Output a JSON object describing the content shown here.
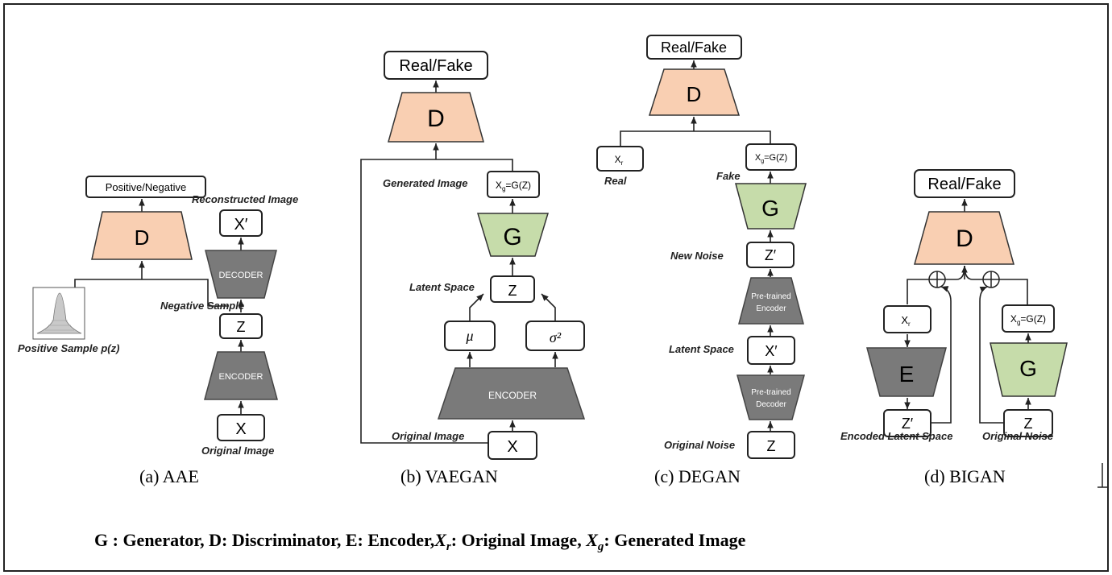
{
  "panels": {
    "aae": {
      "caption": "(a)  AAE",
      "out": "Positive/Negative",
      "d": "D",
      "recon_label": "Reconstructed Image",
      "xprime": "X′",
      "decoder": "DECODER",
      "neg_label": "Negative Sample",
      "z": "Z",
      "pos_label": "Positive Sample p(z)",
      "encoder": "ENCODER",
      "x": "X",
      "orig_label": "Original Image"
    },
    "vaegan": {
      "caption": "(b)  VAEGAN",
      "out": "Real/Fake",
      "d": "D",
      "gen_label": "Generated Image",
      "xg": "X_g=G(Z)",
      "g": "G",
      "latent_label": "Latent Space",
      "z": "Z",
      "mu": "μ",
      "sigma": "σ²",
      "encoder": "ENCODER",
      "orig_label": "Original Image",
      "x": "X"
    },
    "degan": {
      "caption": "(c)  DEGAN",
      "out": "Real/Fake",
      "d": "D",
      "xr": "X_r",
      "real_label": "Real",
      "xg": "X_g=G(Z)",
      "fake_label": "Fake",
      "g": "G",
      "new_noise_label": "New Noise",
      "zprime": "Z′",
      "enc1": "Pre-trained",
      "enc2": "Encoder",
      "latent_label": "Latent Space",
      "xprime": "X′",
      "dec1": "Pre-trained",
      "dec2": "Decoder",
      "orig_noise_label": "Original Noise",
      "z": "Z"
    },
    "bigan": {
      "caption": "(d)  BIGAN",
      "out": "Real/Fake",
      "d": "D",
      "xr": "X_r",
      "e": "E",
      "zprime": "Z′",
      "enc_latent_label": "Encoded Latent Space",
      "xg": "X_g=G(Z)",
      "g": "G",
      "z": "Z",
      "orig_noise_label": "Original Noise"
    }
  },
  "legend": "G : Generator,  D: Discriminator, E: Encoder,X_r: Original Image, X_g: Generated Image",
  "legend_parts": {
    "p1": "G : Generator,  D: Discriminator, E: Encoder,",
    "xr": "X",
    "r": "r",
    "p2": ": Original Image, ",
    "xg": "X",
    "g": "g",
    "p3": ": Generated Image"
  },
  "colors": {
    "discriminator": "#f9cfb2",
    "generator": "#c6dcaa",
    "encoder_decoder": "#7a7a7a"
  }
}
